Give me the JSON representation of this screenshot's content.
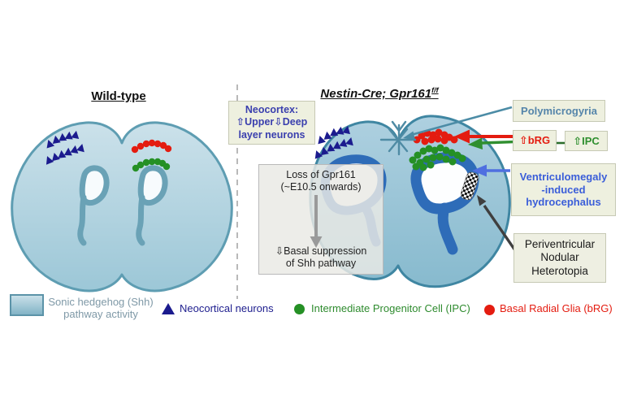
{
  "figure": {
    "type": "scientific-schematic",
    "subject": "Coronal brain sections comparing wild-type and Gpr161 conditional knockout phenotypes"
  },
  "panels": {
    "left": {
      "title": "Wild-type"
    },
    "right": {
      "title_main": "Nestin-Cre; Gpr161",
      "title_sup": "f/f"
    }
  },
  "annotations": {
    "neocortex": {
      "lines": [
        "Neocortex:",
        "⇧Upper⇩Deep",
        "layer neurons"
      ]
    },
    "loss": {
      "cause_lines": [
        "Loss of Gpr161",
        "(~E10.5 onwards)"
      ],
      "effect_lines": [
        "⇩Basal suppression",
        "of Shh pathway"
      ]
    },
    "polymicrogyria": {
      "label": "Polymicrogyria"
    },
    "brg_box": {
      "label": "⇧bRG"
    },
    "ipc_box": {
      "label": "⇧IPC"
    },
    "ventriculomegaly": {
      "lines": [
        "Ventriculomegaly",
        "-induced",
        "hydrocephalus"
      ]
    },
    "heterotopia": {
      "lines": [
        "Periventricular",
        "Nodular",
        "Heterotopia"
      ]
    }
  },
  "legend": {
    "shh": {
      "lines": [
        "Sonic hedgehog (Shh)",
        "pathway activity"
      ]
    },
    "neurons": {
      "label": "Neocortical neurons",
      "marker": "navy-triangle"
    },
    "ipc": {
      "label": "Intermediate Progenitor Cell (IPC)",
      "marker": "green-dot"
    },
    "brg": {
      "label": "Basal Radial Glia (bRG)",
      "marker": "red-dot"
    }
  },
  "colors": {
    "shh_gradient_top": "#cbe1ea",
    "shh_gradient_bottom": "#9cc7d7",
    "mutant_gradient_top": "#aed0e0",
    "mutant_gradient_bottom": "#87bace",
    "brain_outline_wt": "#5e9db2",
    "brain_outline_mutant": "#3f86a2",
    "wt_ventricle": "#6aa2b6",
    "mutant_ventricle": "#2e6cb8",
    "neuron_navy": "#1b1b8e",
    "ipc_green": "#259025",
    "brg_red": "#e41c10",
    "polymicrogyria_teal": "#4f8ba4",
    "ventriculomegaly_blue": "#3b5ed9",
    "heterotopia_arrow": "#3f3f3f",
    "loss_arrow_gray": "#9a9a9a",
    "divider_gray": "#b9b9b9",
    "box_bg": "#eef0df"
  }
}
